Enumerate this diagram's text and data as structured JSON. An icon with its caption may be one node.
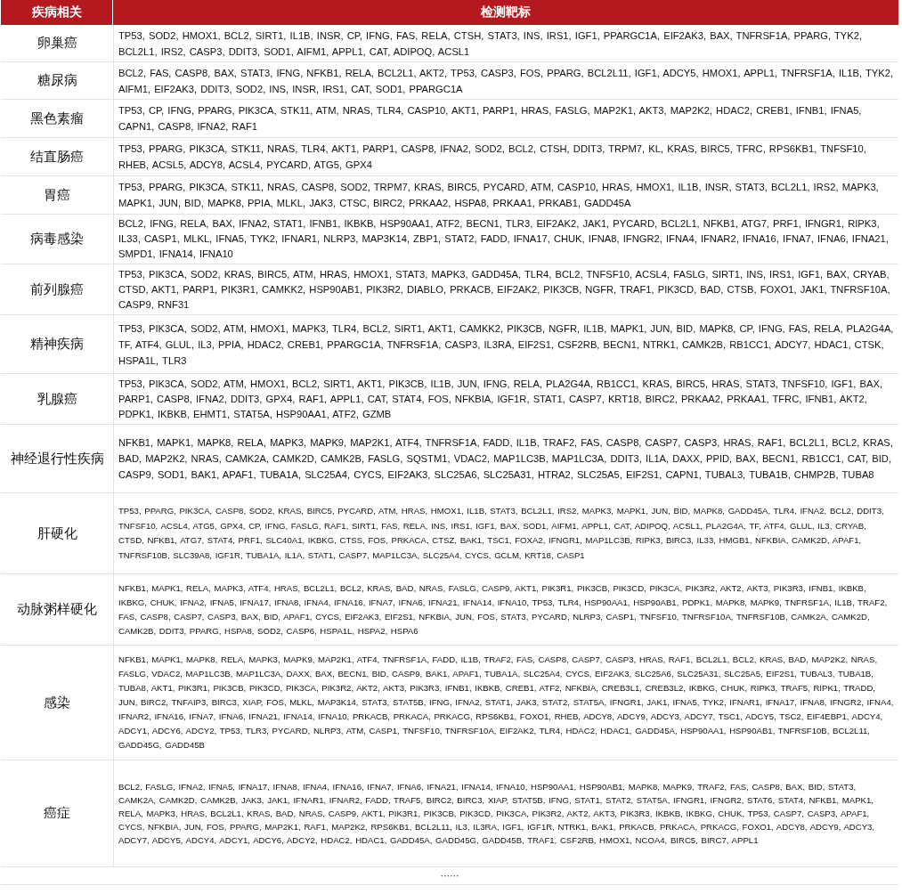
{
  "diagram": {
    "labels": [
      "疾病相关",
      "检测靶标",
      "卵巢癌",
      "TP53, SOD2, HMOX1, BCL2, SIRT1, IL1B, INSR, CP, IFNG, FAS, RELA, CTSH, STAT3, INS, IRS1, IGF1, PPARGC1A, EIF2AK3, BAX, TNFRSF1A, PPARG, TYK2, BCL2L1, IRS2, CASP3, DDIT3, SOD1, AIFM1, APPL1, CAT, ADIPOQ, ACSL1",
      "糖尿病",
      "BCL2, FAS, CASP8, BAX, STAT3, IFNG, NFKB1, RELA, BCL2L1, AKT2, TP53, CASP3, FOS, PPARG, BCL2L11, IGF1, ADCY5, HMOX1, APPL1, TNFRSF1A, IL1B, TYK2, AIFM1, EIF2AK3, DDIT3, SOD2, INS, INSR, IRS1, CAT, SOD1, PPARGC1A",
      "黑色素瘤",
      "TP53, CP, IFNG, PPARG, PIK3CA, STK11, ATM, NRAS, TLR4, CASP10, AKT1, PARP1, HRAS, FASLG, MAP2K1, AKT3, MAP2K2, HDAC2, CREB1, IFNB1, IFNA5, CAPN1, CASP8, IFNA2, RAF1",
      "结直肠癌",
      "TP53, PPARG, PIK3CA, STK11, NRAS, TLR4, AKT1, PARP1, CASP8, IFNA2, SOD2, BCL2, CTSH, DDIT3, TRPM7, KL, KRAS, BIRC5, TFRC, RPS6KB1, TNFSF10, RHEB, ACSL5, ADCY8, ACSL4, PYCARD, ATG5, GPX4",
      "胃癌",
      "TP53, PPARG, PIK3CA, STK11, NRAS, CASP8, SOD2, TRPM7, KRAS, BIRC5, PYCARD, ATM, CASP10, HRAS, HMOX1, IL1B, INSR, STAT3, BCL2L1, IRS2, MAPK3, MAPK1, JUN, BID, MAPK8, PPIA, MLKL, JAK3, CTSC, BIRC2, PRKAA2, HSPA8, PRKAA1, PRKAB1, GADD45A",
      "病毒感染",
      "BCL2, IFNG, RELA, BAX, IFNA2, STAT1, IFNB1, IKBKB, HSP90AA1, ATF2, BECN1, TLR3, EIF2AK2, JAK1, PYCARD, BCL2L1, NFKB1, ATG7, PRF1, IFNGR1, RIPK3, IL33, CASP1, MLKL, IFNA5, TYK2, IFNAR1, NLRP3, MAP3K14, ZBP1, STAT2, FADD, IFNA17, CHUK, IFNA8, IFNGR2, IFNA4, IFNAR2, IFNA16, IFNA7, IFNA6, IFNA21, SMPD1, IFNA14, IFNA10",
      "前列腺癌",
      "TP53, PIK3CA, SOD2, KRAS, BIRC5, ATM, HRAS, HMOX1, STAT3, MAPK3, GADD45A, TLR4, BCL2, TNFSF10, ACSL4, FASLG, SIRT1, INS, IRS1, IGF1, BAX, CRYAB, CTSD, AKT1, PARP1, PIK3R1, CAMKK2, HSP90AB1, PIK3R2, DIABLO, PRKACB, EIF2AK2, PIK3CB, NGFR, TRAF1, PIK3CD, BAD, CTSB, FOXO1, JAK1, TNFRSF10A, CASP9, RNF31",
      "精神疾病",
      "TP53, PIK3CA, SOD2, ATM, HMOX1, MAPK3, TLR4, BCL2, SIRT1, AKT1, CAMKK2, PIK3CB, NGFR, IL1B, MAPK1, JUN, BID, MAPK8, CP, IFNG, FAS, RELA, PLA2G4A, TF, ATF4, GLUL, IL3, PPIA, HDAC2, CREB1, PPARGC1A, TNFRSF1A, CASP3, IL3RA, EIF2S1, CSF2RB, BECN1, NTRK1, CAMK2B, RB1CC1, ADCY7, HDAC1, CTSK, HSPA1L, TLR3",
      "乳腺癌",
      "TP53, PIK3CA, SOD2, ATM, HMOX1, BCL2, SIRT1, AKT1, PIK3CB, IL1B, JUN, IFNG, RELA, PLA2G4A, RB1CC1, KRAS, BIRC5, HRAS, STAT3, TNFSF10, IGF1, BAX, PARP1, CASP8, IFNA2, DDIT3, GPX4, RAF1, APPL1, CAT, STAT4, FOS, NFKBIA, IGF1R, STAT1, CASP7, KRT18, BIRC2, PRKAA2, PRKAA1, TFRC, IFNB1, AKT2, PDPK1, IKBKB, EHMT1, STAT5A, HSP90AA1, ATF2, GZMB",
      "神经退行性疾病",
      "NFKB1, MAPK1, MAPK8, RELA, MAPK3, MAPK9, MAP2K1, ATF4, TNFRSF1A, FADD, IL1B, TRAF2, FAS, CASP8, CASP7, CASP3, HRAS, RAF1, BCL2L1, BCL2, KRAS, BAD, MAP2K2, NRAS, CAMK2A, CAMK2D, CAMK2B, FASLG, SQSTM1, VDAC2, MAP1LC3B, MAP1LC3A, DDIT3, IL1A, DAXX, PPID, BAX, BECN1, RB1CC1, CAT, BID, CASP9, SOD1, BAK1, APAF1, TUBA1A, SLC25A4, CYCS, EIF2AK3, SLC25A6, SLC25A31, HTRA2, SLC25A5, EIF2S1, CAPN1, TUBAL3, TUBA1B, CHMP2B, TUBA8",
      "肝硬化",
      "TP53, PPARG, PIK3CA, CASP8, SOD2, KRAS, BIRC5, PYCARD, ATM, HRAS, HMOX1, IL1B, STAT3, BCL2L1, IRS2, MAPK3, MAPK1, JUN, BID, MAPK8, GADD45A, TLR4, IFNA2, BCL2, DDIT3, TNFSF10, ACSL4, ATG5, GPX4, CP, IFNG, FASLG, RAF1, SIRT1, FAS, RELA, INS, IRS1, IGF1, BAX, SOD1, AIFM1, APPL1, CAT, ADIPOQ, ACSL1, PLA2G4A, TF, ATF4, GLUL, IL3, CRYAB, CTSD, NFKB1, ATG7, STAT4, PRF1, SLC40A1, IKBKG, CTSS, FOS, PRKACA, CTSZ, BAK1, TSC1, FOXA2, IFNGR1, MAP1LC3B, RIPK3, BIRC3, IL33, HMGB1, NFKBIA, CAMK2D, APAF1, TNFRSF10B, SLC39A8, IGF1R, TUBA1A, IL1A, STAT1, CASP7, MAP1LC3A, SLC25A4, CYCS, GCLM, KRT18, CASP1",
      "动脉粥样硬化",
      "NFKB1, MAPK1, RELA, MAPK3, ATF4, HRAS, BCL2L1, BCL2, KRAS, BAD, NRAS, FASLG, CASP9, AKT1, PIK3R1, PIK3CB, PIK3CD, PIK3CA, PIK3R2, AKT2, AKT3, PIK3R3, IFNB1, IKBKB, IKBKG, CHUK, IFNA2, IFNA5, IFNA17, IFNA8, IFNA4, IFNA16, IFNA7, IFNA6, IFNA21, IFNA14, IFNA10, TP53, TLR4, HSP90AA1, HSP90AB1, PDPK1, MAPK8, MAPK9, TNFRSF1A, IL1B, TRAF2, FAS, CASP8, CASP7, CASP3, BAX, BID, APAF1, CYCS, EIF2AK3, EIF2S1, NFKBIA, JUN, FOS, STAT3, PYCARD, NLRP3, CASP1, TNFSF10, TNFRSF10A, TNFRSF10B, CAMK2A, CAMK2D, CAMK2B, DDIT3, PPARG, HSPA8, SOD2, CASP6, HSPA1L, HSPA2, HSPA6",
      "感染",
      "NFKB1, MAPK1, MAPK8, RELA, MAPK3, MAPK9, MAP2K1, ATF4, TNFRSF1A, FADD, IL1B, TRAF2, FAS, CASP8, CASP7, CASP3, HRAS, RAF1, BCL2L1, BCL2, KRAS, BAD, MAP2K2, NRAS, FASLG, VDAC2, MAP1LC3B, MAP1LC3A, DAXX, BAX, BECN1, BID, CASP9, BAK1, APAF1, TUBA1A, SLC25A4, CYCS, EIF2AK3, SLC25A6, SLC25A31, SLC25A5, EIF2S1, TUBAL3, TUBA1B, TUBA8, AKT1, PIK3R1, PIK3CB, PIK3CD, PIK3CA, PIK3R2, AKT2, AKT3, PIK3R3, IFNB1, IKBKB, CREB1, ATF2, NFKBIA, CREB3L1, CREB3L2, IKBKG, CHUK, RIPK3, TRAF5, RIPK1, TRADD, JUN, BIRC2, TNFAIP3, BIRC3, XIAP, FOS, MLKL, MAP3K14, STAT3, STAT5B, IFNG, IFNA2, STAT1, JAK3, STAT2, STAT5A, IFNGR1, JAK1, IFNA5, TYK2, IFNAR1, IFNA17, IFNA8, IFNGR2, IFNA4, IFNAR2, IFNA16, IFNA7, IFNA6, IFNA21, IFNA14, IFNA10, PRKACB, PRKACA, PRKACG, RPS6KB1, FOXO1, RHEB, ADCY8, ADCY9, ADCY3, ADCY7, TSC1, ADCY5, TSC2, EIF4EBP1, ADCY4, ADCY1, ADCY6, ADCY2, TP53, TLR3, PYCARD, NLRP3, ATM, CASP1, TNFSF10, TNFRSF10A, EIF2AK2, TLR4, HDAC2, HDAC1, GADD45A, HSP90AA1, HSP90AB1, TNFRSF10B, BCL2L11, GADD45G, GADD45B",
      "癌症",
      "BCL2, FASLG, IFNA2, IFNA5, IFNA17, IFNA8, IFNA4, IFNA16, IFNA7, IFNA6, IFNA21, IFNA14, IFNA10, HSP90AA1, HSP90AB1, MAPK8, MAPK9, TRAF2, FAS, CASP8, BAX, BID, STAT3, CAMK2A, CAMK2D, CAMK2B, JAK3, JAK1, IFNAR1, IFNAR2, FADD, TRAF5, BIRC2, BIRC3, XIAP, STAT5B, IFNG, STAT1, STAT2, STAT5A, IFNGR1, IFNGR2, STAT6, STAT4, NFKB1, MAPK1, RELA, MAPK3, HRAS, BCL2L1, KRAS, BAD, NRAS, CASP9, AKT1, PIK3R1, PIK3CB, PIK3CD, PIK3CA, PIK3R2, AKT2, AKT3, PIK3R3, IKBKB, IKBKG, CHUK, TP53, CASP7, CASP3, APAF1, CYCS, NFKBIA, JUN, FOS, PPARG, MAP2K1, RAF1, MAP2K2, RPS6KB1, BCL2L11, IL3, IL3RA, IGF1, IGF1R, NTRK1, BAK1, PRKACB, PRKACA, PRKACG, FOXO1, ADCY8, ADCY9, ADCY3, ADCY7, ADCY5, ADCY4, ADCY1, ADCY6, ADCY2, HDAC2, HDAC1, GADD45A, GADD45G, GADD45B, TRAF1, CSF2RB, HMOX1, NCOA4, BIRC5, BIRC7, APPL1",
      "······"
    ]
  }
}
